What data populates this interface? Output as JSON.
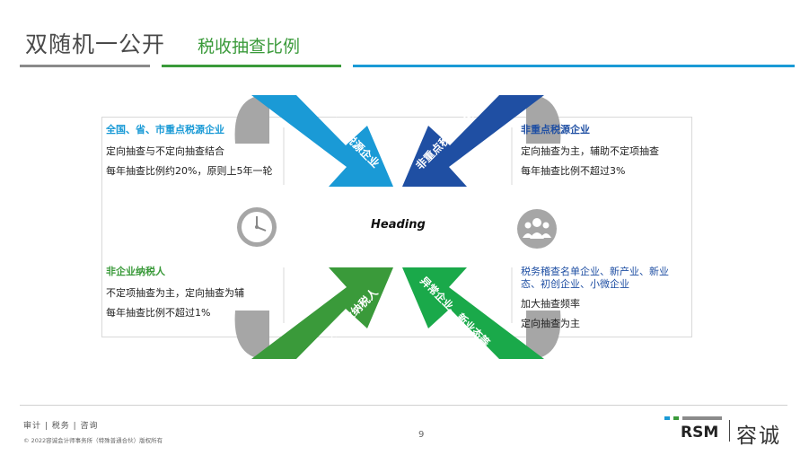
{
  "title": {
    "main": "双随机一公开",
    "sub": "税收抽查比例"
  },
  "heading": "Heading",
  "arrows": {
    "top_left": "重点税源企业",
    "top_right": "非重点税源企业",
    "bottom_left": "非企业纳税人",
    "bottom_right": "异常企业、新业态等"
  },
  "quadrants": {
    "top_left": {
      "title": "全国、省、市重点税源企业",
      "lines": [
        "定向抽查与不定向抽查结合",
        "每年抽查比例约20%，原则上5年一轮"
      ]
    },
    "top_right": {
      "title": "非重点税源企业",
      "lines": [
        "定向抽查为主，辅助不定项抽查",
        "每年抽查比例不超过3%"
      ]
    },
    "bottom_left": {
      "title": "非企业纳税人",
      "lines": [
        "不定项抽查为主，定向抽查为辅",
        "每年抽查比例不超过1%"
      ]
    },
    "bottom_right": {
      "title": "税务稽查名单企业、新产业、新业态、初创企业、小微企业",
      "lines": [
        "加大抽查频率",
        "定向抽查为主"
      ]
    }
  },
  "icons": [
    "clock-icon",
    "group-icon"
  ],
  "colors": {
    "arrow_top_left": "#1a9ad6",
    "arrow_top_right": "#1f4fa3",
    "arrow_bottom_left": "#3a9a3a",
    "arrow_bottom_right": "#1aa94a",
    "title_gray": "#4a4a4a",
    "title_green": "#3a9a3a",
    "rule_gray": "#8a8a8a",
    "rule_green": "#3a9a3a",
    "rule_blue": "#1a9ad6",
    "quad_top_left_title": "#1a9ad6",
    "quad_top_right_title": "#1f4fa3",
    "quad_bottom_left_title": "#3a9a3a",
    "quad_bottom_right_title": "#1f4fa3"
  },
  "footer": {
    "services": "审计 | 税务 | 咨询",
    "copyright": "© 2022容诚会计师事务所（特殊普通合伙）版权所有",
    "page": "9",
    "logo_text": "RSM",
    "logo_cn": "容诚"
  }
}
